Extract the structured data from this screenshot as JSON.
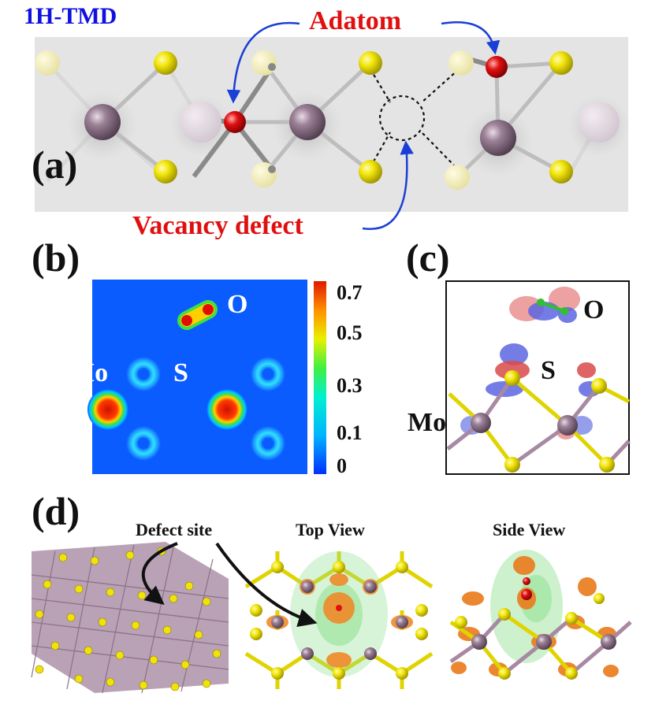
{
  "panel_a": {
    "label": "(a)",
    "material_tag": "1H-TMD",
    "adatom_label": "Adatom",
    "vacancy_label": "Vacancy defect"
  },
  "panel_b": {
    "label": "(b)",
    "atoms": {
      "o": "O",
      "mo": "Mo",
      "s": "S"
    },
    "colorbar_ticks": [
      "0.7",
      "0.5",
      "0.3",
      "0.1",
      "0"
    ]
  },
  "panel_c": {
    "label": "(c)",
    "atoms": {
      "o": "O",
      "s": "S",
      "mo": "Mo"
    }
  },
  "panel_d": {
    "label": "(d)",
    "defect_site_label": "Defect site",
    "top_view_label": "Top View",
    "side_view_label": "Side View"
  },
  "colors": {
    "blue_title": "#1010e0",
    "red_label": "#e01010",
    "mo_atom": "#9a7f95",
    "s_atom": "#f2e60a",
    "o_atom": "#e01010",
    "arrow_blue": "#1a3fd6"
  }
}
